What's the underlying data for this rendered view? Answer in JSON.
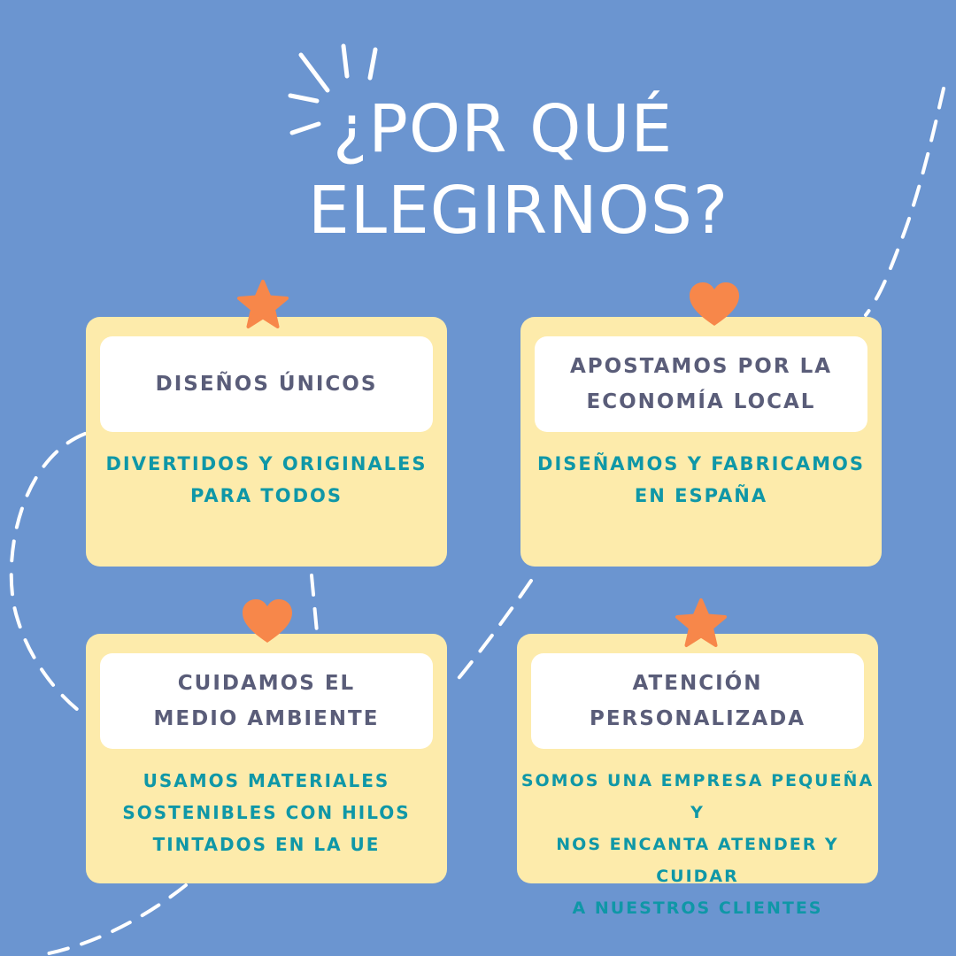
{
  "title": {
    "line1": "¿POR QUÉ",
    "line2": "ELEGIRNOS?"
  },
  "colors": {
    "background": "#6b95d0",
    "card": "#fdebab",
    "card_header": "#ffffff",
    "header_text": "#5a5d79",
    "body_text": "#0f97a7",
    "badge": "#f7874a"
  },
  "cards": [
    {
      "badge_icon": "star-icon",
      "heading": "DISEÑOS ÚNICOS",
      "text": "DIVERTIDOS Y ORIGINALES\nPARA TODOS"
    },
    {
      "badge_icon": "heart-icon",
      "heading": "APOSTAMOS POR LA\nECONOMÍA LOCAL",
      "text": "DISEÑAMOS Y FABRICAMOS\nEN ESPAÑA"
    },
    {
      "badge_icon": "heart-icon",
      "heading": "CUIDAMOS EL\nMEDIO AMBIENTE",
      "text": "USAMOS MATERIALES\nSOSTENIBLES CON HILOS\nTINTADOS EN LA UE"
    },
    {
      "badge_icon": "star-icon",
      "heading": "ATENCIÓN\nPERSONALIZADA",
      "text": "SOMOS UNA EMPRESA PEQUEÑA Y\nNOS ENCANTA ATENDER Y CUIDAR\nA NUESTROS CLIENTES"
    }
  ]
}
